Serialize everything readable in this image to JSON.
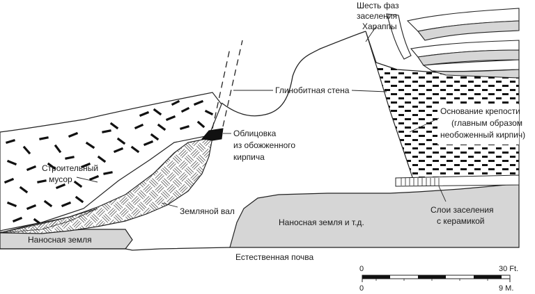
{
  "labels": {
    "harappa_phases": [
      "Шесть фаз",
      "заселения",
      "Хараппы"
    ],
    "mud_brick_wall": "Глинобитная стена",
    "citadel_base": [
      "Основание крепости",
      "(главным образом",
      "необоженный кирпич)"
    ],
    "burnt_brick_facing": [
      "Облицовка",
      "из обожженного",
      "кирпича"
    ],
    "building_debris": [
      "Строительный",
      "мусор"
    ],
    "earthen_rampart": "Земляной вал",
    "occupation_layers": [
      "Слои заселения",
      "с керамикой"
    ],
    "alluvium_etc": "Наносная земля и т.д.",
    "alluvium": "Наносная земля",
    "natural_soil": "Естественная почва"
  },
  "scale": {
    "feet_start": "0",
    "feet_end": "30 Ft.",
    "meters_start": "0",
    "meters_end": "9 M."
  }
}
